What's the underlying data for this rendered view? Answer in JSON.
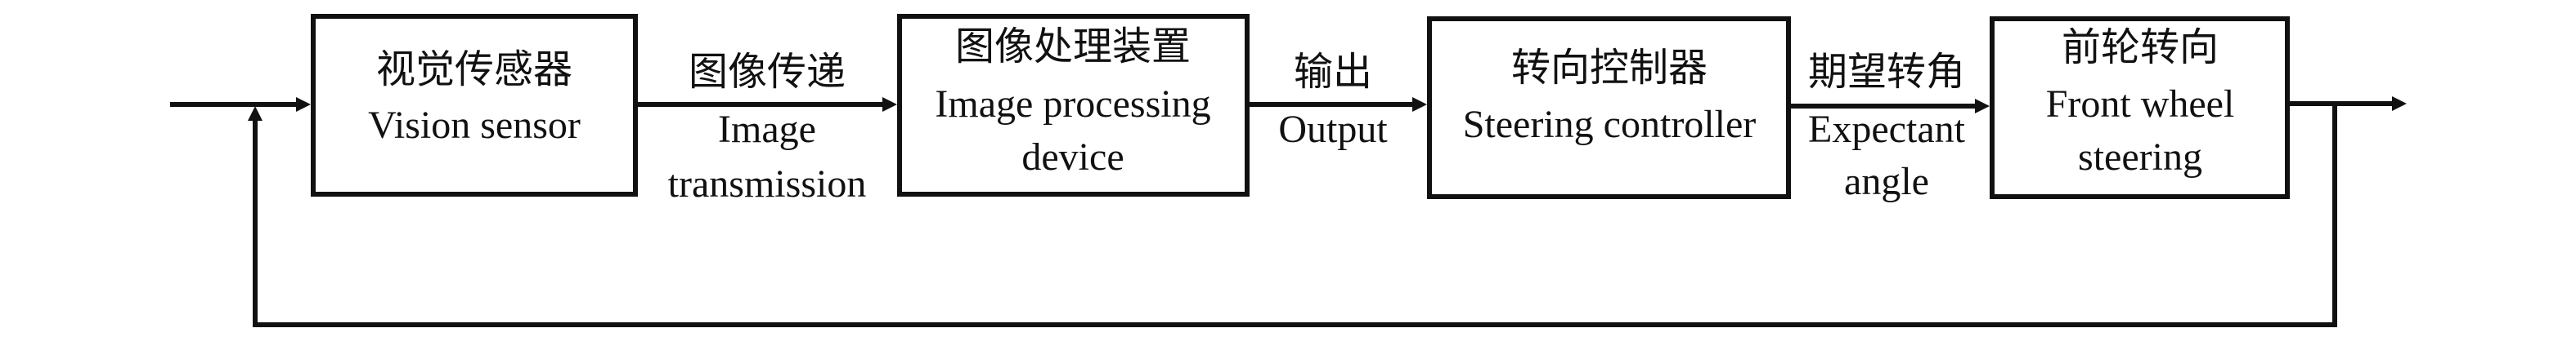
{
  "diagram": {
    "blocks": [
      {
        "zh": "视觉传感器",
        "en": [
          "Vision sensor"
        ]
      },
      {
        "zh": "图像处理装置",
        "en": [
          "Image processing",
          "device"
        ]
      },
      {
        "zh": "转向控制器",
        "en": [
          "Steering controller"
        ]
      },
      {
        "zh": "前轮转向",
        "en": [
          "Front wheel",
          "steering"
        ]
      }
    ],
    "edges": [
      {
        "zh": "图像传递",
        "en": [
          "Image",
          "transmission"
        ]
      },
      {
        "zh": "输出",
        "en": [
          "Output"
        ]
      },
      {
        "zh": "期望转角",
        "en": [
          "Expectant",
          "angle"
        ]
      }
    ],
    "line_color": "#111111"
  }
}
